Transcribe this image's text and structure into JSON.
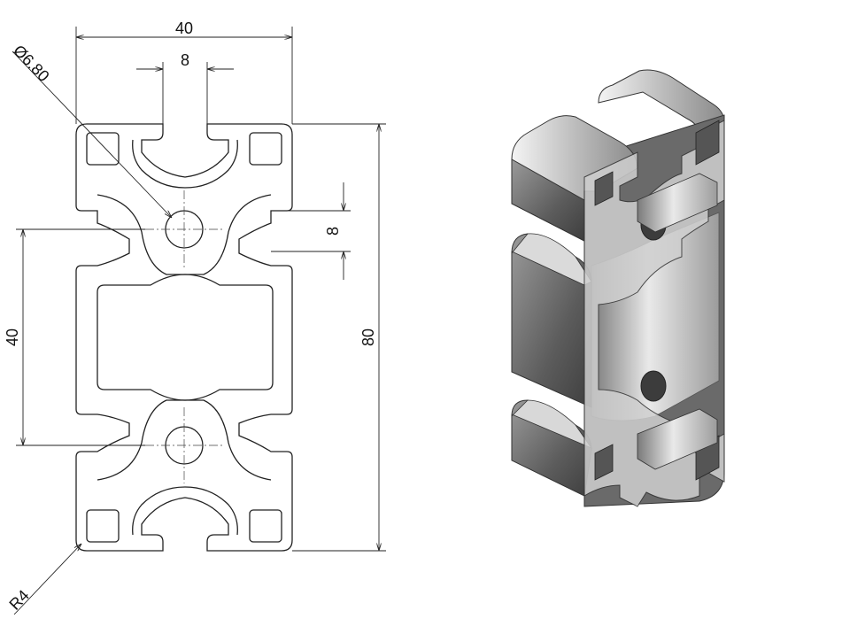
{
  "drawing": {
    "dim_width_top": "40",
    "dim_slot_width": "8",
    "dim_hole_diameter": "Ø6.80",
    "dim_slot_side": "8",
    "dim_center_distance": "40",
    "dim_height": "80",
    "dim_corner_radius": "R4"
  },
  "render_3d": {
    "colors": {
      "light": "#e6e6e6",
      "mid": "#a8a8a8",
      "dark": "#5f5f5f",
      "face": "#d2d2d2",
      "edge": "#333333"
    }
  }
}
